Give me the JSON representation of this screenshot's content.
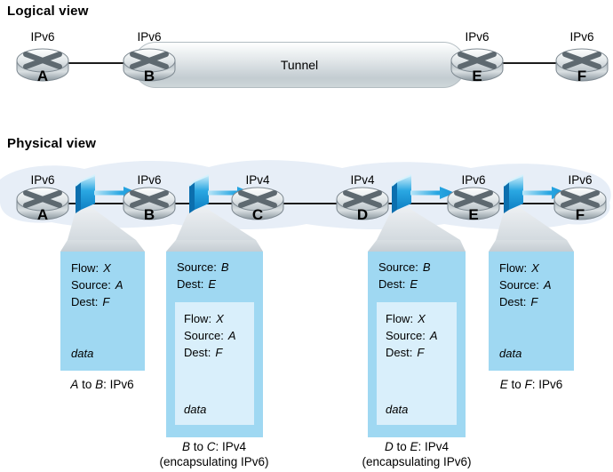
{
  "colors": {
    "packet_box_blue": "#9fd8f2",
    "packet_box_inner_blue": "#d9effb",
    "packet_icon_blue": "#1f9ede",
    "arrow_blue": "#2aa7e2",
    "cloud_fill": "#e7eef7",
    "cone_gray": "#d8dee2",
    "tunnel_gray": "#ced6d9"
  },
  "logical": {
    "title": "Logical view",
    "tunnel_label": "Tunnel",
    "routers": [
      {
        "id": "A",
        "protocol": "IPv6"
      },
      {
        "id": "B",
        "protocol": "IPv6"
      },
      {
        "id": "E",
        "protocol": "IPv6"
      },
      {
        "id": "F",
        "protocol": "IPv6"
      }
    ]
  },
  "physical": {
    "title": "Physical view",
    "routers": [
      {
        "id": "A",
        "protocol": "IPv6"
      },
      {
        "id": "B",
        "protocol": "IPv6"
      },
      {
        "id": "C",
        "protocol": "IPv4"
      },
      {
        "id": "D",
        "protocol": "IPv4"
      },
      {
        "id": "E",
        "protocol": "IPv6"
      },
      {
        "id": "F",
        "protocol": "IPv6"
      }
    ]
  },
  "packets": [
    {
      "fields": [
        {
          "label": "Flow:",
          "value": "X"
        },
        {
          "label": "Source:",
          "value": "A"
        },
        {
          "label": "Dest:",
          "value": "F"
        }
      ],
      "data_label": "data",
      "caption": {
        "from": "A",
        "mid": " to ",
        "to": "B",
        "proto": ": IPv6",
        "note": ""
      }
    },
    {
      "outer_fields": [
        {
          "label": "Source:",
          "value": "B"
        },
        {
          "label": "Dest:",
          "value": "E"
        }
      ],
      "inner_fields": [
        {
          "label": "Flow:",
          "value": "X"
        },
        {
          "label": "Source:",
          "value": "A"
        },
        {
          "label": "Dest:",
          "value": "F"
        }
      ],
      "data_label": "data",
      "caption": {
        "from": "B",
        "mid": " to ",
        "to": "C",
        "proto": ": IPv4",
        "note": "(encapsulating IPv6)"
      }
    },
    {
      "outer_fields": [
        {
          "label": "Source:",
          "value": "B"
        },
        {
          "label": "Dest:",
          "value": "E"
        }
      ],
      "inner_fields": [
        {
          "label": "Flow:",
          "value": "X"
        },
        {
          "label": "Source:",
          "value": "A"
        },
        {
          "label": "Dest:",
          "value": "F"
        }
      ],
      "data_label": "data",
      "caption": {
        "from": "D",
        "mid": " to ",
        "to": "E",
        "proto": ": IPv4",
        "note": "(encapsulating IPv6)"
      }
    },
    {
      "fields": [
        {
          "label": "Flow:",
          "value": "X"
        },
        {
          "label": "Source:",
          "value": "A"
        },
        {
          "label": "Dest:",
          "value": "F"
        }
      ],
      "data_label": "data",
      "caption": {
        "from": "E",
        "mid": " to ",
        "to": "F",
        "proto": ": IPv6",
        "note": ""
      }
    }
  ]
}
